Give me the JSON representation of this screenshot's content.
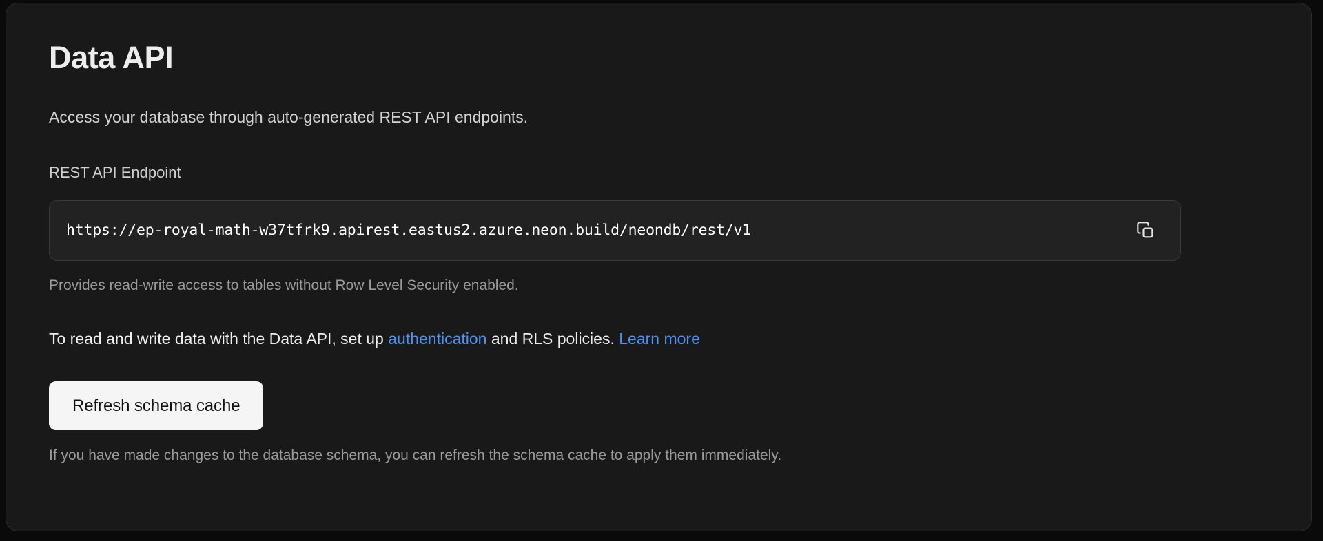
{
  "card": {
    "title": "Data API",
    "description": "Access your database through auto-generated REST API endpoints.",
    "endpoint_field": {
      "label": "REST API Endpoint",
      "value": "https://ep-royal-math-w37tfrk9.apirest.eastus2.azure.neon.build/neondb/rest/v1",
      "placeholder": "https://",
      "copy_icon": "copy-icon",
      "hint": "Provides read-write access to tables without Row Level Security enabled."
    },
    "rls_notice": {
      "prefix": "To read and write data with the Data API, set up ",
      "link_authentication": "authentication",
      "middle": " and RLS policies. ",
      "link_learn_more": "Learn more"
    },
    "refresh": {
      "button_label": "Refresh schema cache",
      "footnote": "If you have made changes to the database schema, you can refresh the schema cache to apply them immediately."
    }
  },
  "colors": {
    "page_background": "#0a0a0a",
    "card_background": "#191919",
    "card_border": "#2c2c2c",
    "input_background": "#222222",
    "input_border": "#3a3a3a",
    "link_accent": "#4d92f5",
    "button_background": "#f5f5f5",
    "button_text": "#111111",
    "heading_text": "#ededed",
    "muted_text": "#9a9a9a"
  }
}
